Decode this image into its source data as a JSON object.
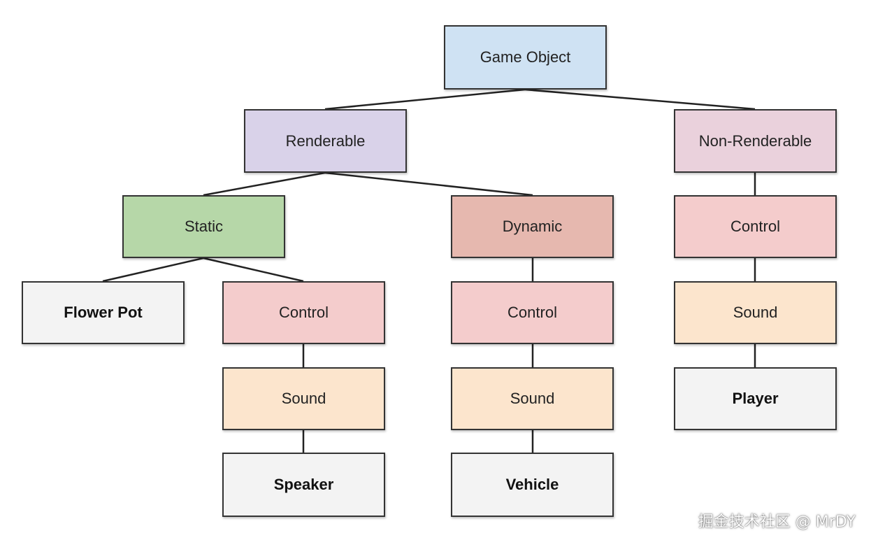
{
  "nodes": {
    "game_object": "Game Object",
    "renderable": "Renderable",
    "non_renderable": "Non-Renderable",
    "static": "Static",
    "dynamic": "Dynamic",
    "nr_control": "Control",
    "flower_pot": "Flower Pot",
    "static_control": "Control",
    "dynamic_control": "Control",
    "nr_sound": "Sound",
    "static_sound": "Sound",
    "dynamic_sound": "Sound",
    "player": "Player",
    "speaker": "Speaker",
    "vehicle": "Vehicle"
  },
  "colors": {
    "game_object": "#cfe2f3",
    "renderable": "#d9d2e9",
    "non_renderable": "#ead1dc",
    "static": "#b6d7a8",
    "dynamic": "#e6b8af",
    "control": "#f4cccc",
    "sound": "#fce5cd",
    "leaf": "#f3f3f3"
  },
  "watermark": "掘金技术社区 @ MrDY"
}
